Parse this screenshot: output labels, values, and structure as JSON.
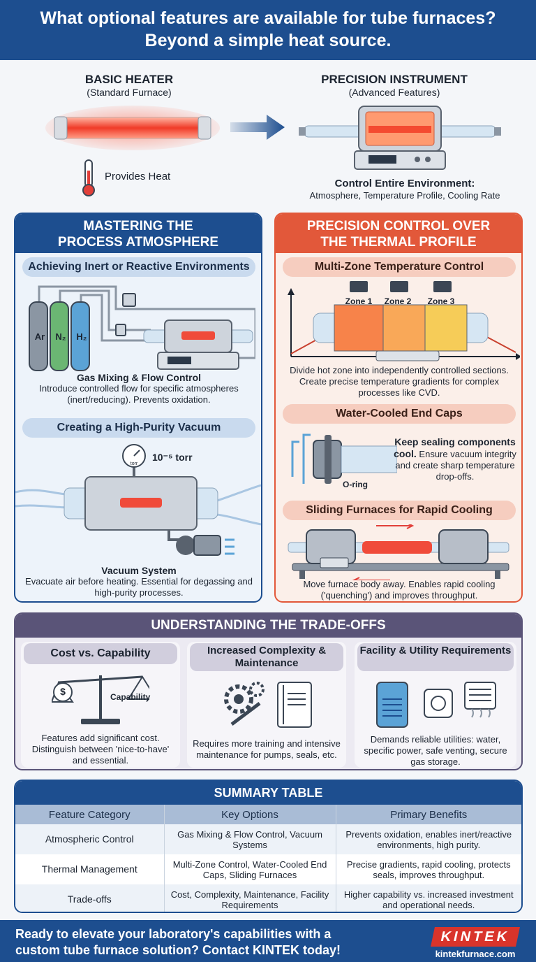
{
  "header": {
    "title_line1": "What optional features are available for tube furnaces?",
    "title_line2": "Beyond a simple heat source."
  },
  "intro": {
    "basic_title": "BASIC HEATER",
    "basic_sub": "(Standard Furnace)",
    "basic_caption": "Provides Heat",
    "precision_title": "PRECISION INSTRUMENT",
    "precision_sub": "(Advanced Features)",
    "precision_caption": "Control Entire Environment:",
    "precision_caption2": "Atmosphere, Temperature Profile, Cooling Rate"
  },
  "atmosphere": {
    "title_line1": "MASTERING THE",
    "title_line2": "PROCESS ATMOSPHERE",
    "inert_pill": "Achieving Inert or Reactive Environments",
    "gas_labels": [
      "Ar",
      "N₂",
      "H₂"
    ],
    "gas_title": "Gas Mixing & Flow Control",
    "gas_desc": "Introduce controlled flow for specific atmospheres (inert/reducing). Prevents oxidation.",
    "vacuum_pill": "Creating a High-Purity Vacuum",
    "gauge_label": "torr",
    "pressure": "10⁻⁵ torr",
    "vacuum_title": "Vacuum System",
    "vacuum_desc": "Evacuate air before heating. Essential for degassing and high-purity processes."
  },
  "thermal": {
    "title_line1": "PRECISION CONTROL OVER",
    "title_line2": "THE THERMAL PROFILE",
    "multizone_pill": "Multi-Zone Temperature Control",
    "zones": [
      "Zone 1",
      "Zone 2",
      "Zone 3"
    ],
    "multizone_desc": "Divide hot zone into independently controlled sections. Create precise temperature gradients for complex processes like CVD.",
    "endcap_pill": "Water-Cooled End Caps",
    "endcap_desc_bold": "Keep sealing components cool.",
    "endcap_desc": "Ensure vacuum integrity and create sharp temperature drop-offs.",
    "oring_label": "O-ring",
    "sliding_pill": "Sliding Furnaces for Rapid Cooling",
    "sliding_desc": "Move furnace body away. Enables rapid cooling ('quenching') and improves throughput."
  },
  "tradeoffs": {
    "title": "UNDERSTANDING THE TRADE-OFFS",
    "items": [
      {
        "title": "Cost vs. Capability",
        "desc": "Features add significant cost. Distinguish between 'nice-to-have' and essential."
      },
      {
        "title": "Increased Complexity & Maintenance",
        "desc": "Requires more training and intensive maintenance for pumps, seals, etc."
      },
      {
        "title": "Facility & Utility Requirements",
        "desc": "Demands reliable utilities: water, specific power, safe venting, secure gas storage."
      }
    ],
    "scale_label": "Capability",
    "dollar": "$"
  },
  "summary": {
    "title": "SUMMARY TABLE",
    "headers": [
      "Feature Category",
      "Key Options",
      "Primary Benefits"
    ],
    "rows": [
      [
        "Atmospheric Control",
        "Gas Mixing & Flow Control, Vacuum Systems",
        "Prevents oxidation, enables inert/reactive environments, high purity."
      ],
      [
        "Thermal Management",
        "Multi-Zone Control, Water-Cooled End Caps, Sliding Furnaces",
        "Precise gradients, rapid cooling, protects seals, improves throughput."
      ],
      [
        "Trade-offs",
        "Cost, Complexity, Maintenance, Facility Requirements",
        "Higher capability vs. increased investment and operational needs."
      ]
    ]
  },
  "footer": {
    "cta_line1": "Ready to elevate your laboratory's capabilities with a",
    "cta_line2": "custom tube furnace solution? Contact KINTEK today!",
    "logo": "KINTEK",
    "url": "kintekfurnace.com"
  },
  "colors": {
    "primary_blue": "#1d4e8f",
    "accent_orange": "#e2583a",
    "tradeoff_purple": "#5a5478",
    "hot_red": "#f04b3a"
  }
}
